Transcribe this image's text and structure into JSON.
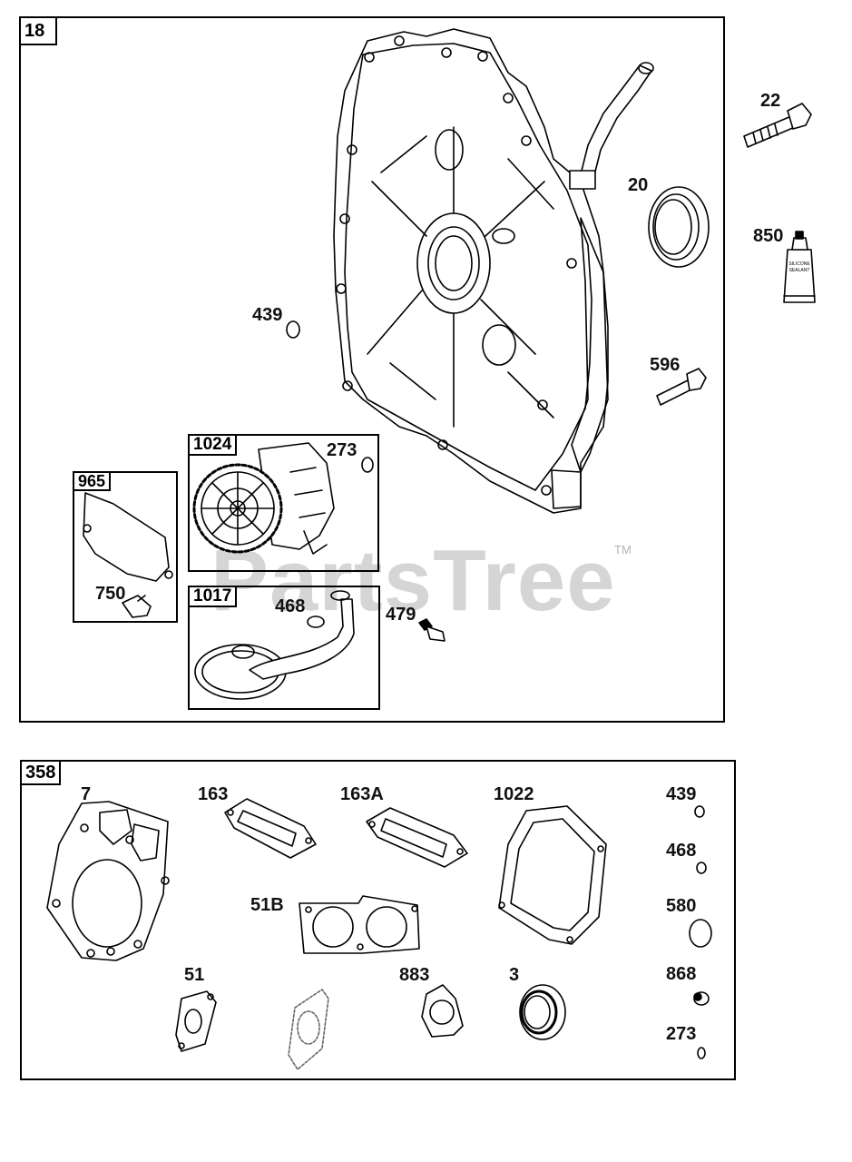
{
  "watermark": {
    "text": "PartsTree",
    "tm": "TM"
  },
  "sealant_tube": {
    "lines": [
      "SILICONE",
      "SEALANT"
    ]
  },
  "group_18": {
    "tag": "18",
    "labels": {
      "p22": "22",
      "p20": "20",
      "p850": "850",
      "p439": "439",
      "p596": "596",
      "p273": "273",
      "p468": "468",
      "p479": "479",
      "p750": "750"
    },
    "subgroups": {
      "g1024": "1024",
      "g965": "965",
      "g1017": "1017"
    }
  },
  "group_358": {
    "tag": "358",
    "labels": {
      "p7": "7",
      "p163": "163",
      "p163A": "163A",
      "p1022": "1022",
      "p439": "439",
      "p468": "468",
      "p51B": "51B",
      "p580": "580",
      "p51": "51",
      "p883": "883",
      "p3": "3",
      "p868": "868",
      "p273": "273"
    }
  }
}
